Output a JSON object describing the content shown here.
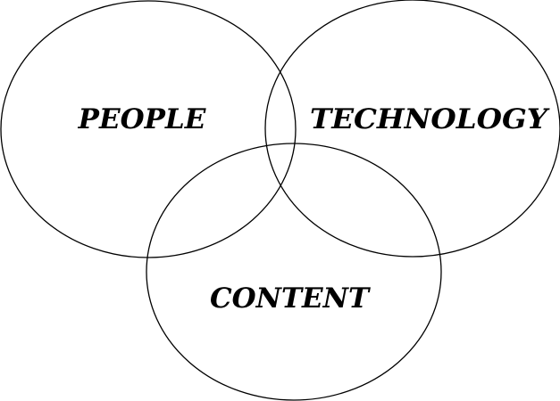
{
  "diagram": {
    "type": "venn",
    "sets": [
      {
        "id": "people",
        "label": "PEOPLE"
      },
      {
        "id": "technology",
        "label": "TECHNOLOGY"
      },
      {
        "id": "content",
        "label": "CONTENT"
      }
    ],
    "stroke_color": "#000000",
    "background_color": "#ffffff"
  }
}
